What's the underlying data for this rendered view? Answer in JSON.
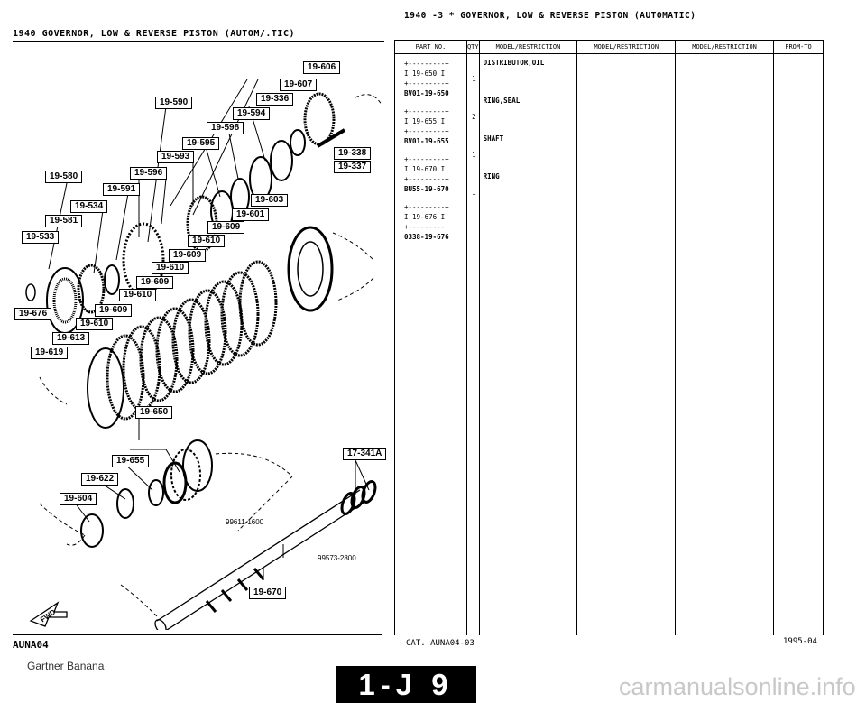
{
  "header": {
    "left_title": "1940    GOVERNOR, LOW & REVERSE PISTON (AUTOM/.TIC)",
    "right_title": "1940  -3 *  GOVERNOR, LOW & REVERSE PISTON (AUTOMATIC)"
  },
  "table": {
    "columns": [
      "PART NO.",
      "QTY",
      "MODEL/RESTRICTION",
      "MODEL/RESTRICTION",
      "MODEL/RESTRICTION",
      "FROM-TO"
    ],
    "rows": [
      {
        "ref": "I 19-650 I",
        "part_no": "BV01-19-650",
        "qty": "1",
        "description": "DISTRIBUTOR,OIL"
      },
      {
        "ref": "I 19-655 I",
        "part_no": "BV01-19-655",
        "qty": "2",
        "description": "RING,SEAL"
      },
      {
        "ref": "I 19-670 I",
        "part_no": "BU55-19-670",
        "qty": "1",
        "description": "SHAFT"
      },
      {
        "ref": "I 19-676 I",
        "part_no": "0338-19-676",
        "qty": "1",
        "description": "RING"
      }
    ]
  },
  "diagram_labels": [
    "19-606",
    "19-607",
    "19-336",
    "19-590",
    "19-594",
    "19-598",
    "19-595",
    "19-593",
    "19-596",
    "19-580",
    "19-591",
    "19-534",
    "19-581",
    "19-533",
    "19-603",
    "19-601",
    "19-609",
    "19-610",
    "19-609",
    "19-610",
    "19-609",
    "19-610",
    "19-609",
    "19-610",
    "19-613",
    "19-619",
    "19-676",
    "19-338",
    "19-337",
    "19-650",
    "19-655",
    "19-622",
    "19-604",
    "17-341A",
    "19-670"
  ],
  "diagram_text": {
    "bolt_1": "99611-1600",
    "bolt_2": "99573-2800",
    "fwd": "FWD"
  },
  "footer": {
    "left_code": "AUNA04",
    "catalog": "CAT.  AUNA04-03",
    "date": "1995-04",
    "page": "1-J 9",
    "watermark": "Gartner Banana",
    "site": "carmanualsonline.info"
  }
}
